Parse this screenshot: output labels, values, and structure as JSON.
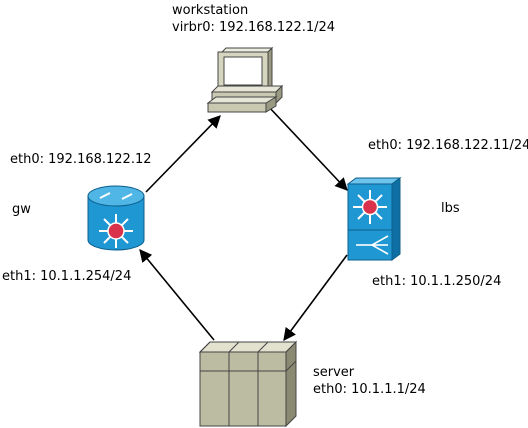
{
  "diagram": {
    "nodes": {
      "workstation": {
        "name": "workstation",
        "detail": "virbr0: 192.168.122.1/24",
        "icon": "workstation-computer-icon"
      },
      "gw": {
        "name": "gw",
        "eth0": "eth0: 192.168.122.12",
        "eth1": "eth1: 10.1.1.254/24",
        "icon": "router-icon"
      },
      "lbs": {
        "name": "lbs",
        "eth0": "eth0: 192.168.122.11/24",
        "eth1": "eth1: 10.1.1.250/24",
        "icon": "layer3-switch-icon"
      },
      "server": {
        "name": "server",
        "detail": "eth0: 10.1.1.1/24",
        "icon": "server-rack-icon"
      }
    },
    "links": [
      {
        "from": "gw",
        "to": "workstation"
      },
      {
        "from": "workstation",
        "to": "lbs"
      },
      {
        "from": "lbs",
        "to": "server"
      },
      {
        "from": "server",
        "to": "gw"
      }
    ],
    "colors": {
      "device_blue": "#1f97d3",
      "device_blue_dark": "#0d6fa3",
      "device_red": "#d9324a",
      "beige_light": "#d6d6c0",
      "beige_mid": "#bcbca2",
      "beige_dark": "#8a8a72",
      "line": "#000000"
    }
  }
}
